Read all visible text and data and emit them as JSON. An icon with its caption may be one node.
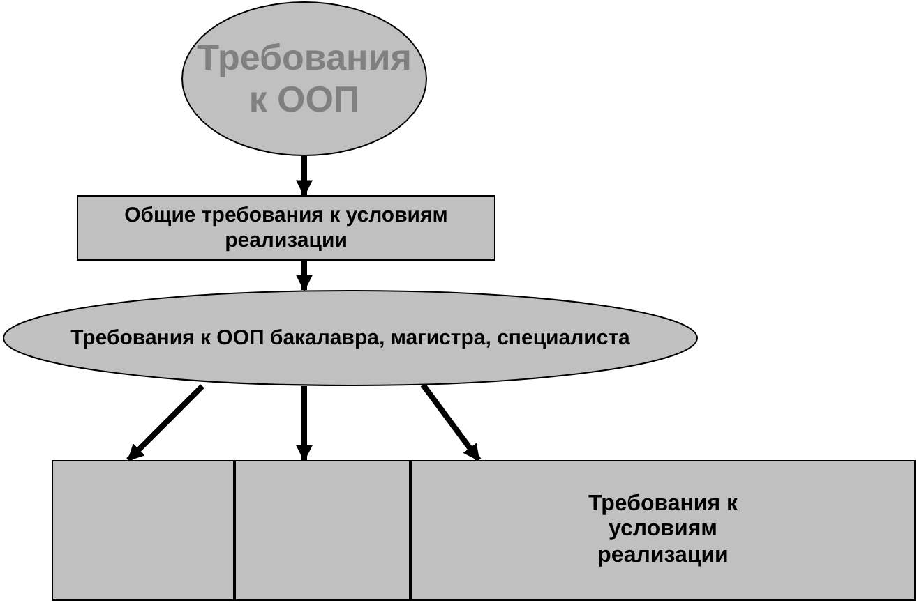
{
  "diagram": {
    "nodes": [
      {
        "text": [
          "Требования к ООП"
        ]
      },
      {
        "text": [
          "Общие требования к условиям реализации"
        ]
      },
      {
        "text": [
          "Требования к ООП бакалавра, магистра, специалиста"
        ]
      },
      {
        "text": [],
        "shape": "box"
      },
      {
        "text": [],
        "shape": "box"
      },
      {
        "text": [
          "Требования к условиям реализации"
        ]
      }
    ],
    "edges": [
      {
        "from": 0,
        "to": 1,
        "arrow": "to"
      },
      {
        "from": 1,
        "to": 2,
        "arrow": "to"
      },
      {
        "from": 2,
        "to": 3,
        "arrow": "to"
      },
      {
        "from": 2,
        "to": 4,
        "arrow": "to"
      },
      {
        "from": 2,
        "to": 5,
        "arrow": "to"
      }
    ]
  }
}
